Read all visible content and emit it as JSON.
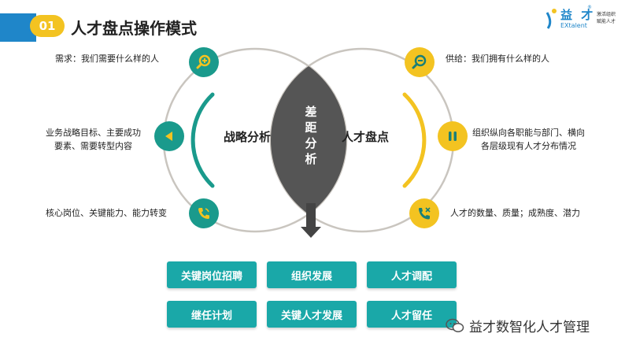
{
  "header": {
    "number": "01",
    "title": "人才盘点操作模式"
  },
  "logo": {
    "brand": "益 才",
    "english": "EXtalent",
    "tagline_1": "激活组织",
    "tagline_2": "赋能人才",
    "reg": "®"
  },
  "venn": {
    "left_label": "战略分析",
    "right_label": "人才盘点",
    "center_label": "差距分析"
  },
  "left_items": [
    {
      "text": "需求：我们需要什么样的人",
      "icon": "magnifier-plus-icon"
    },
    {
      "text_line1": "业务战略目标、主要成功",
      "text_line2": "要素、需要转型内容",
      "icon": "play-left-icon"
    },
    {
      "text": "核心岗位、关键能力、能力转变",
      "icon": "phone-icon"
    }
  ],
  "right_items": [
    {
      "text": "供给：我们拥有什么样的人",
      "icon": "magnifier-minus-icon"
    },
    {
      "text_line1": "组织纵向各职能与部门、横向",
      "text_line2": "各层级现有人才分布情况",
      "icon": "pause-icon"
    },
    {
      "text": "人才的数量、质量；成熟度、潜力",
      "icon": "call-end-icon"
    }
  ],
  "outputs": [
    "关键岗位招聘",
    "组织发展",
    "人才调配",
    "继任计划",
    "关键人才发展",
    "人才留任"
  ],
  "watermark": "益才数智化人才管理",
  "colors": {
    "teal": "#1aa8a8",
    "gold": "#f3c321",
    "blue": "#1f86c9",
    "left_icon_bg": "#1a9a8c",
    "left_icon_fg": "#f3c321",
    "right_icon_bg": "#f3c321",
    "right_icon_fg": "#1a7f77",
    "center_lens": "#555555"
  }
}
